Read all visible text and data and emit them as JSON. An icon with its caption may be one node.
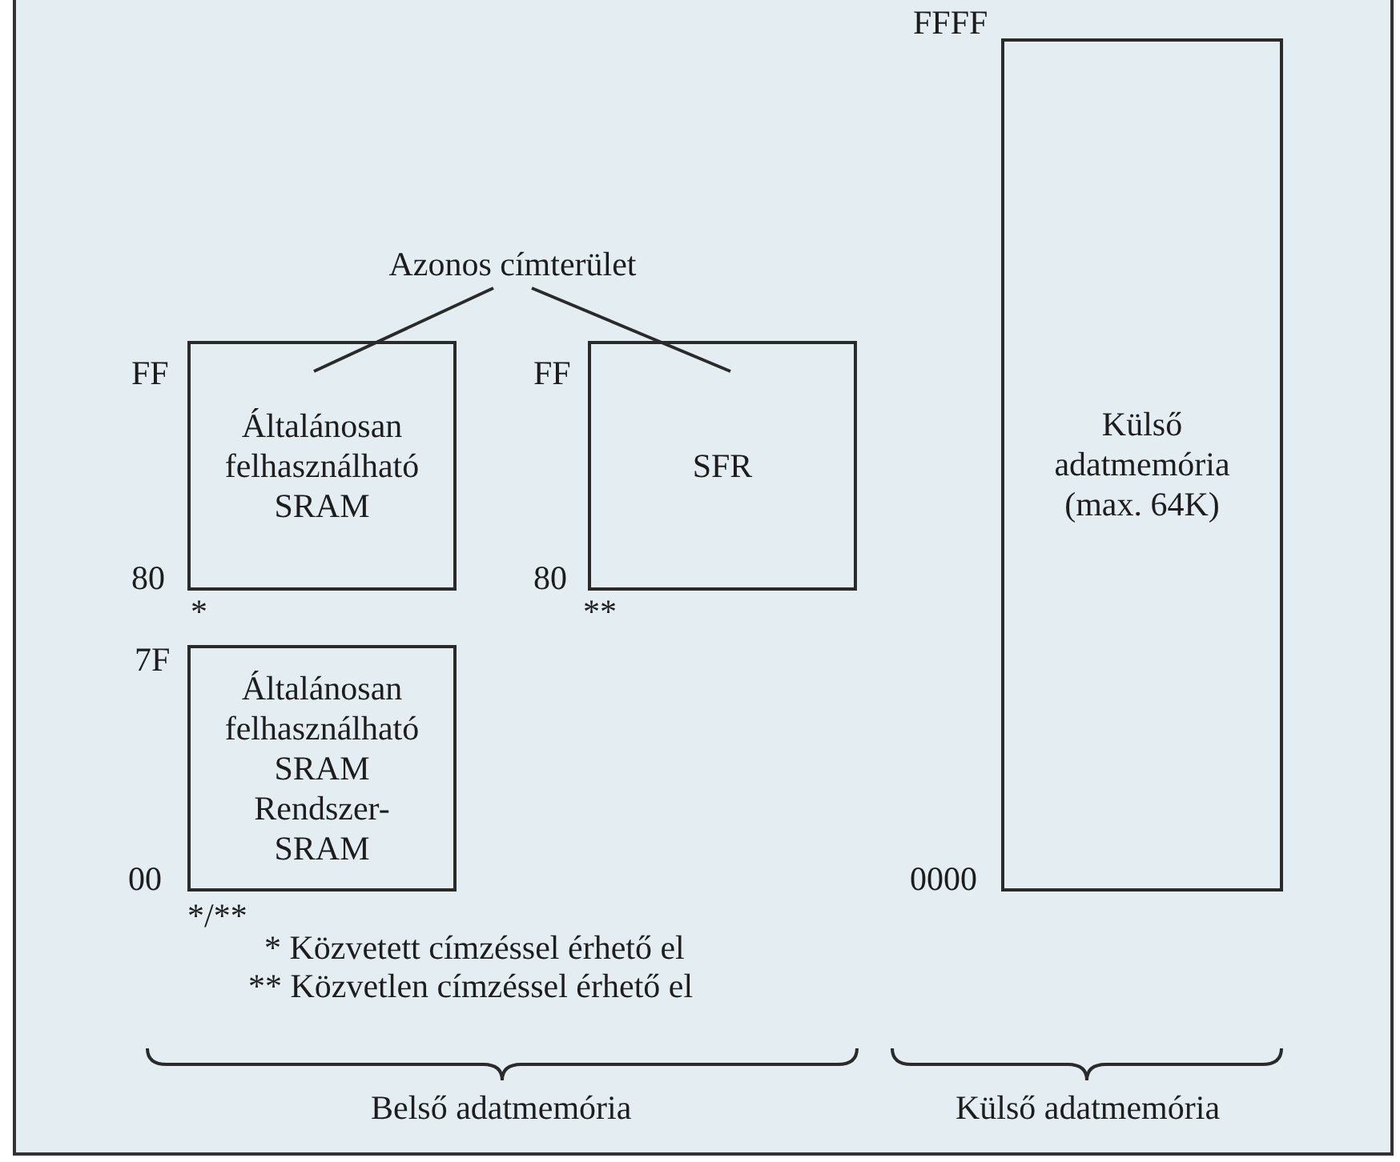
{
  "diagram": {
    "nodes": [
      {
        "text": [
          "Azonos címterület"
        ]
      },
      {
        "text": [
          "Általánosan felhasználható SRAM"
        ],
        "beside": [
          "FF",
          "80",
          "*"
        ]
      },
      {
        "text": [
          "SFR"
        ],
        "beside": [
          "FF",
          "80",
          "**"
        ]
      },
      {
        "text": [
          "Általánosan felhasználható SRAM",
          "Rendszer-SRAM"
        ],
        "beside": [
          "7F",
          "00",
          "*/**"
        ]
      },
      {
        "text": [
          "Külső adatmemória (max. 64K)"
        ],
        "beside": [
          "FFFF",
          "0000"
        ]
      }
    ],
    "edges": [
      {
        "from": 0,
        "to": 1,
        "arrow": "none"
      },
      {
        "from": 0,
        "to": 2,
        "arrow": "none"
      }
    ],
    "labels": [
      "* Közvetett címzéssel érhető el",
      "** Közvetlen címzéssel érhető el",
      "Belső adatmemória",
      "Külső adatmemória"
    ]
  }
}
